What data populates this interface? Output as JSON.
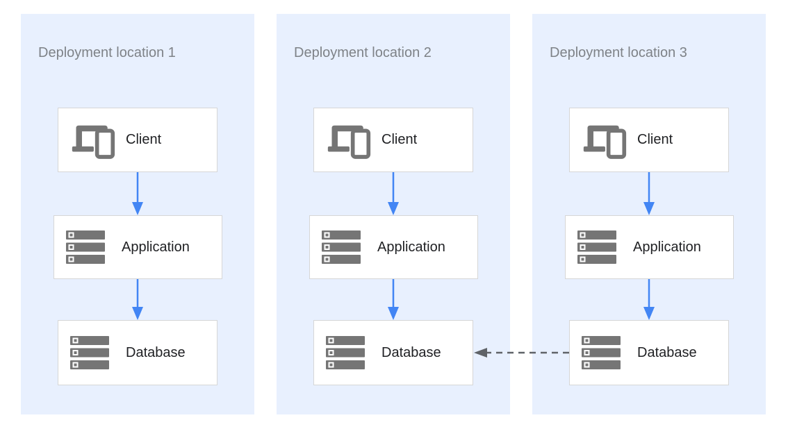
{
  "diagram": {
    "kind": "deployment-architecture-diagram",
    "panels": [
      {
        "title": "Deployment location 1",
        "nodes": [
          {
            "label": "Client",
            "icon": "devices-icon"
          },
          {
            "label": "Application",
            "icon": "server-stack-icon"
          },
          {
            "label": "Database",
            "icon": "server-stack-icon"
          }
        ]
      },
      {
        "title": "Deployment location 2",
        "nodes": [
          {
            "label": "Client",
            "icon": "devices-icon"
          },
          {
            "label": "Application",
            "icon": "server-stack-icon"
          },
          {
            "label": "Database",
            "icon": "server-stack-icon"
          }
        ]
      },
      {
        "title": "Deployment location 3",
        "nodes": [
          {
            "label": "Client",
            "icon": "devices-icon"
          },
          {
            "label": "Application",
            "icon": "server-stack-icon"
          },
          {
            "label": "Database",
            "icon": "server-stack-icon"
          }
        ]
      }
    ],
    "connections": {
      "within_each_panel": [
        {
          "from": "Client",
          "to": "Application",
          "style": "solid-blue-arrow"
        },
        {
          "from": "Application",
          "to": "Database",
          "style": "solid-blue-arrow"
        }
      ],
      "cross_panel": [
        {
          "from": "Database (Deployment location 3)",
          "to": "Database (Deployment location 2)",
          "style": "dashed-gray-arrow"
        }
      ]
    },
    "colors": {
      "panel_background": "#e8f0fe",
      "node_background": "#ffffff",
      "node_border": "#d6d6d6",
      "arrow_blue": "#4285f4",
      "dashed_arrow_gray": "#5f6368",
      "icon_gray": "#757575",
      "title_text": "#7e8287",
      "label_text": "#202124"
    }
  }
}
